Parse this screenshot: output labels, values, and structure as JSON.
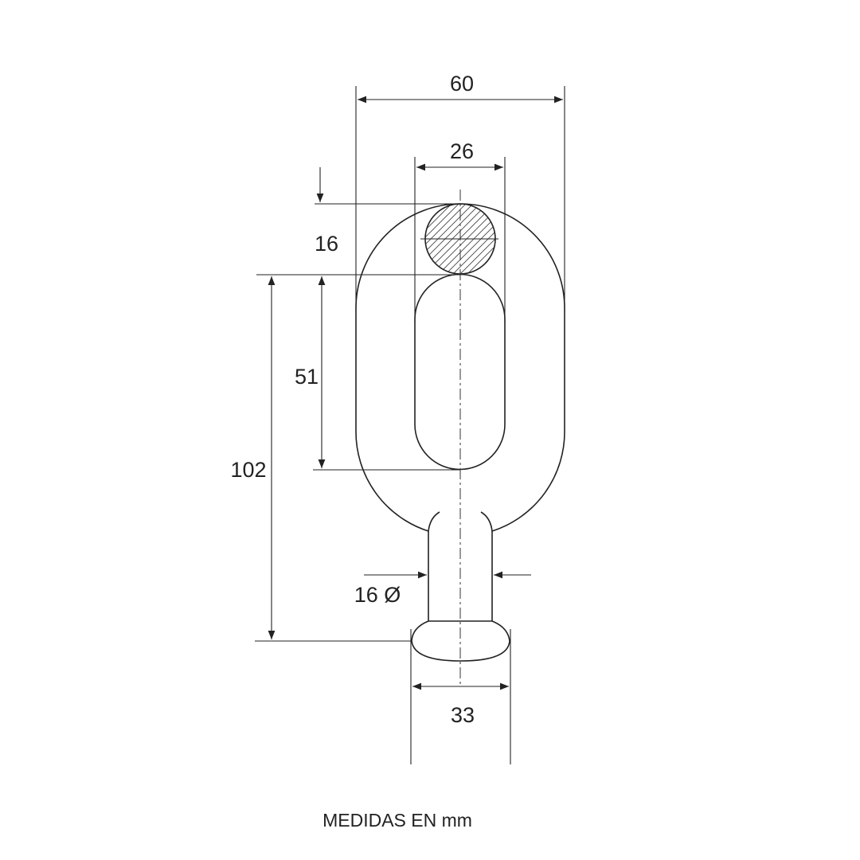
{
  "dimensions": {
    "outer_width": "60",
    "inner_width": "26",
    "bar_thickness": "16",
    "inner_length": "51",
    "total_length": "102",
    "shank_diameter": "16 Ø",
    "head_width": "33"
  },
  "footer": {
    "note": "MEDIDAS EN mm"
  },
  "colors": {
    "line": "#222222",
    "background": "#ffffff"
  }
}
